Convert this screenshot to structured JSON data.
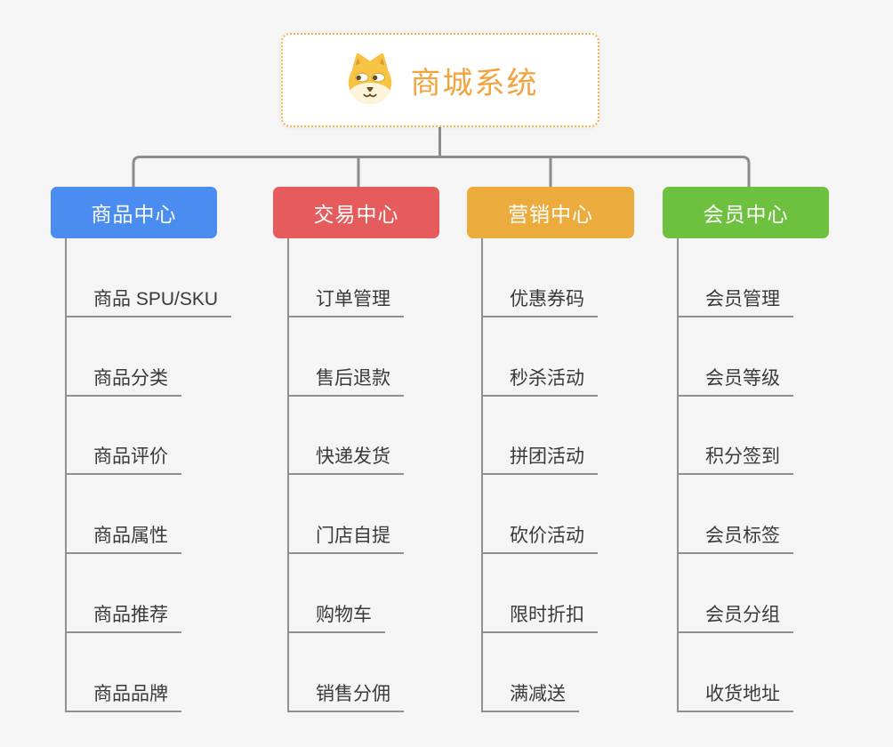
{
  "canvas": {
    "background": "#f5f5f5"
  },
  "root": {
    "title": "商城系统",
    "icon": "dog-face-icon",
    "title_color": "#f2a33c",
    "border_color": "#f6b44a",
    "background": "#ffffff"
  },
  "connectors": {
    "color": "#8c8c8c",
    "trunk_color": "#909090"
  },
  "branches": [
    {
      "label": "商品中心",
      "color": "#4a8cf0",
      "items": [
        "商品 SPU/SKU",
        "商品分类",
        "商品评价",
        "商品属性",
        "商品推荐",
        "商品品牌"
      ]
    },
    {
      "label": "交易中心",
      "color": "#e65c5c",
      "items": [
        "订单管理",
        "售后退款",
        "快递发货",
        "门店自提",
        "购物车",
        "销售分佣"
      ]
    },
    {
      "label": "营销中心",
      "color": "#ebab3d",
      "items": [
        "优惠券码",
        "秒杀活动",
        "拼团活动",
        "砍价活动",
        "限时折扣",
        "满减送"
      ]
    },
    {
      "label": "会员中心",
      "color": "#6ec13f",
      "items": [
        "会员管理",
        "会员等级",
        "积分签到",
        "会员标签",
        "会员分组",
        "收货地址"
      ]
    }
  ]
}
